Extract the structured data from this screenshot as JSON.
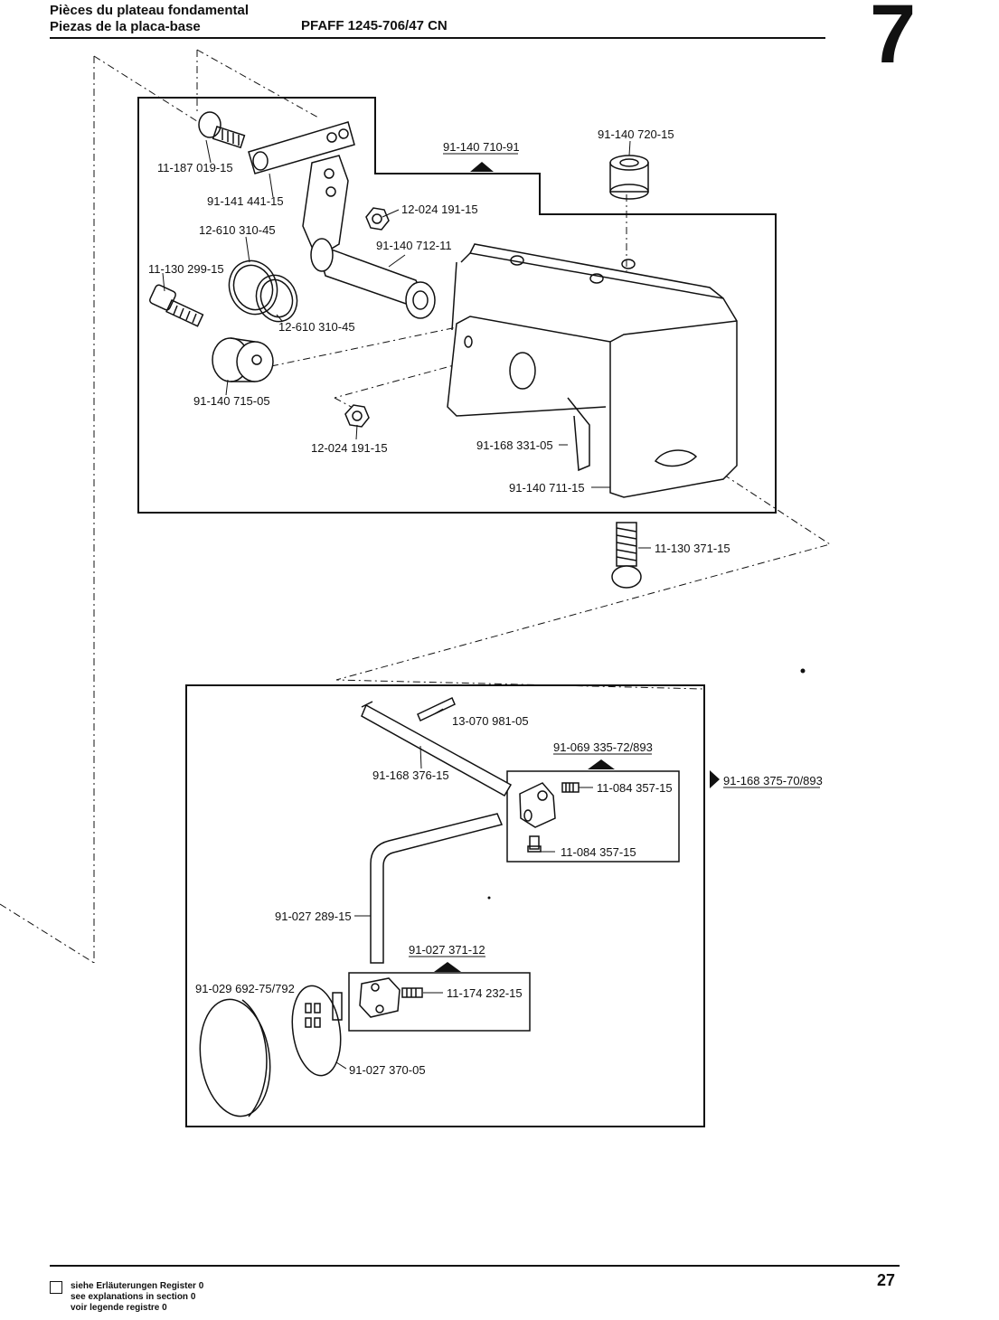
{
  "header": {
    "line_fr": "Pièces du plateau fondamental",
    "line_es": "Piezas de la placa-base",
    "model": "PFAFF 1245-706/47 CN",
    "section_number": "7"
  },
  "footer": {
    "note_de": "siehe Erläuterungen Register 0",
    "note_en": "see explanations in section 0",
    "note_fr": "voir legende registre 0",
    "page_number": "27"
  },
  "parts": {
    "p11_187_019_15": "11-187 019-15",
    "p91_141_441_15": "91-141 441-15",
    "p12_610_310_45a": "12-610 310-45",
    "p11_130_299_15": "11-130 299-15",
    "p12_610_310_45b": "12-610 310-45",
    "p91_140_715_05": "91-140 715-05",
    "p12_024_191_15a": "12-024 191-15",
    "p91_140_712_11": "91-140 712-11",
    "p91_140_710_91": "91-140 710-91",
    "p91_140_720_15": "91-140 720-15",
    "p12_024_191_15b": "12-024 191-15",
    "p91_168_331_05": "91-168 331-05",
    "p91_140_711_15": "91-140 711-15",
    "p11_130_371_15": "11-130 371-15",
    "p13_070_981_05": "13-070 981-05",
    "p91_168_376_15": "91-168 376-15",
    "p91_069_335_72": "91-069 335-72/893",
    "p11_084_357_15a": "11-084 357-15",
    "p11_084_357_15b": "11-084 357-15",
    "p91_168_375_70": "91-168 375-70/893",
    "p91_027_289_15": "91-027 289-15",
    "p91_027_371_12": "91-027 371-12",
    "p11_174_232_15": "11-174 232-15",
    "p91_029_692_75": "91-029 692-75/792",
    "p91_027_370_05": "91-027 370-05"
  }
}
